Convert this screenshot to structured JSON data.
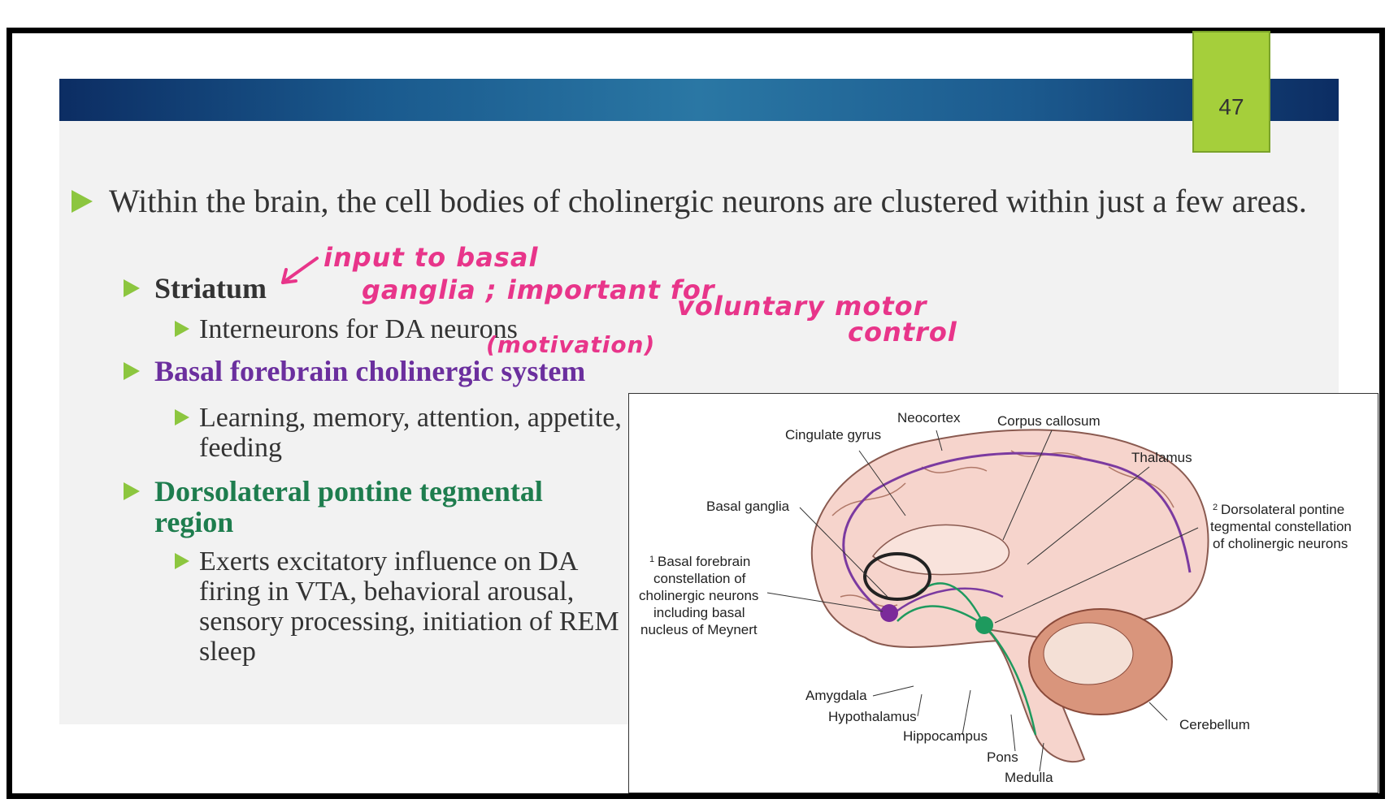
{
  "slide": {
    "page_number": "47",
    "main_bullet": "Within the brain, the cell bodies of cholinergic neurons are clustered within just a few areas.",
    "items": [
      {
        "heading": "Striatum",
        "sub": "Interneurons for DA neurons"
      },
      {
        "heading": "Basal forebrain cholinergic system",
        "sub": "Learning, memory, attention, appetite, feeding"
      },
      {
        "heading": "Dorsolateral pontine tegmental region",
        "sub": "Exerts excitatory influence on DA firing in VTA, behavioral arousal, sensory processing, initiation of REM sleep"
      }
    ],
    "colors": {
      "striatum": "#333333",
      "basal_forebrain": "#6b2f9e",
      "dorsolateral": "#1e7d4e",
      "bullet": "#8cc63f",
      "page_tag": "#a5cf3b",
      "annotation": "#e8358a"
    }
  },
  "annotations": {
    "line1": "input to basal",
    "line2": "ganglia ; important for",
    "line3": "voluntary motor",
    "line4": "control",
    "line5": "(motivation)"
  },
  "figure": {
    "labels": {
      "neocortex": "Neocortex",
      "cingulate": "Cingulate gyrus",
      "corpus": "Corpus callosum",
      "thalamus": "Thalamus",
      "basal_ganglia": "Basal ganglia",
      "bf1": "Basal forebrain",
      "bf2": "constellation of",
      "bf3": "cholinergic neurons",
      "bf4": "including basal",
      "bf5": "nucleus of Meynert",
      "dl1": "Dorsolateral pontine",
      "dl2": "tegmental constellation",
      "dl3": "of cholinergic neurons",
      "amygdala": "Amygdala",
      "hypothalamus": "Hypothalamus",
      "hippocampus": "Hippocampus",
      "pons": "Pons",
      "medulla": "Medulla",
      "cerebellum": "Cerebellum",
      "sup1": "1",
      "sup2": "2"
    }
  }
}
